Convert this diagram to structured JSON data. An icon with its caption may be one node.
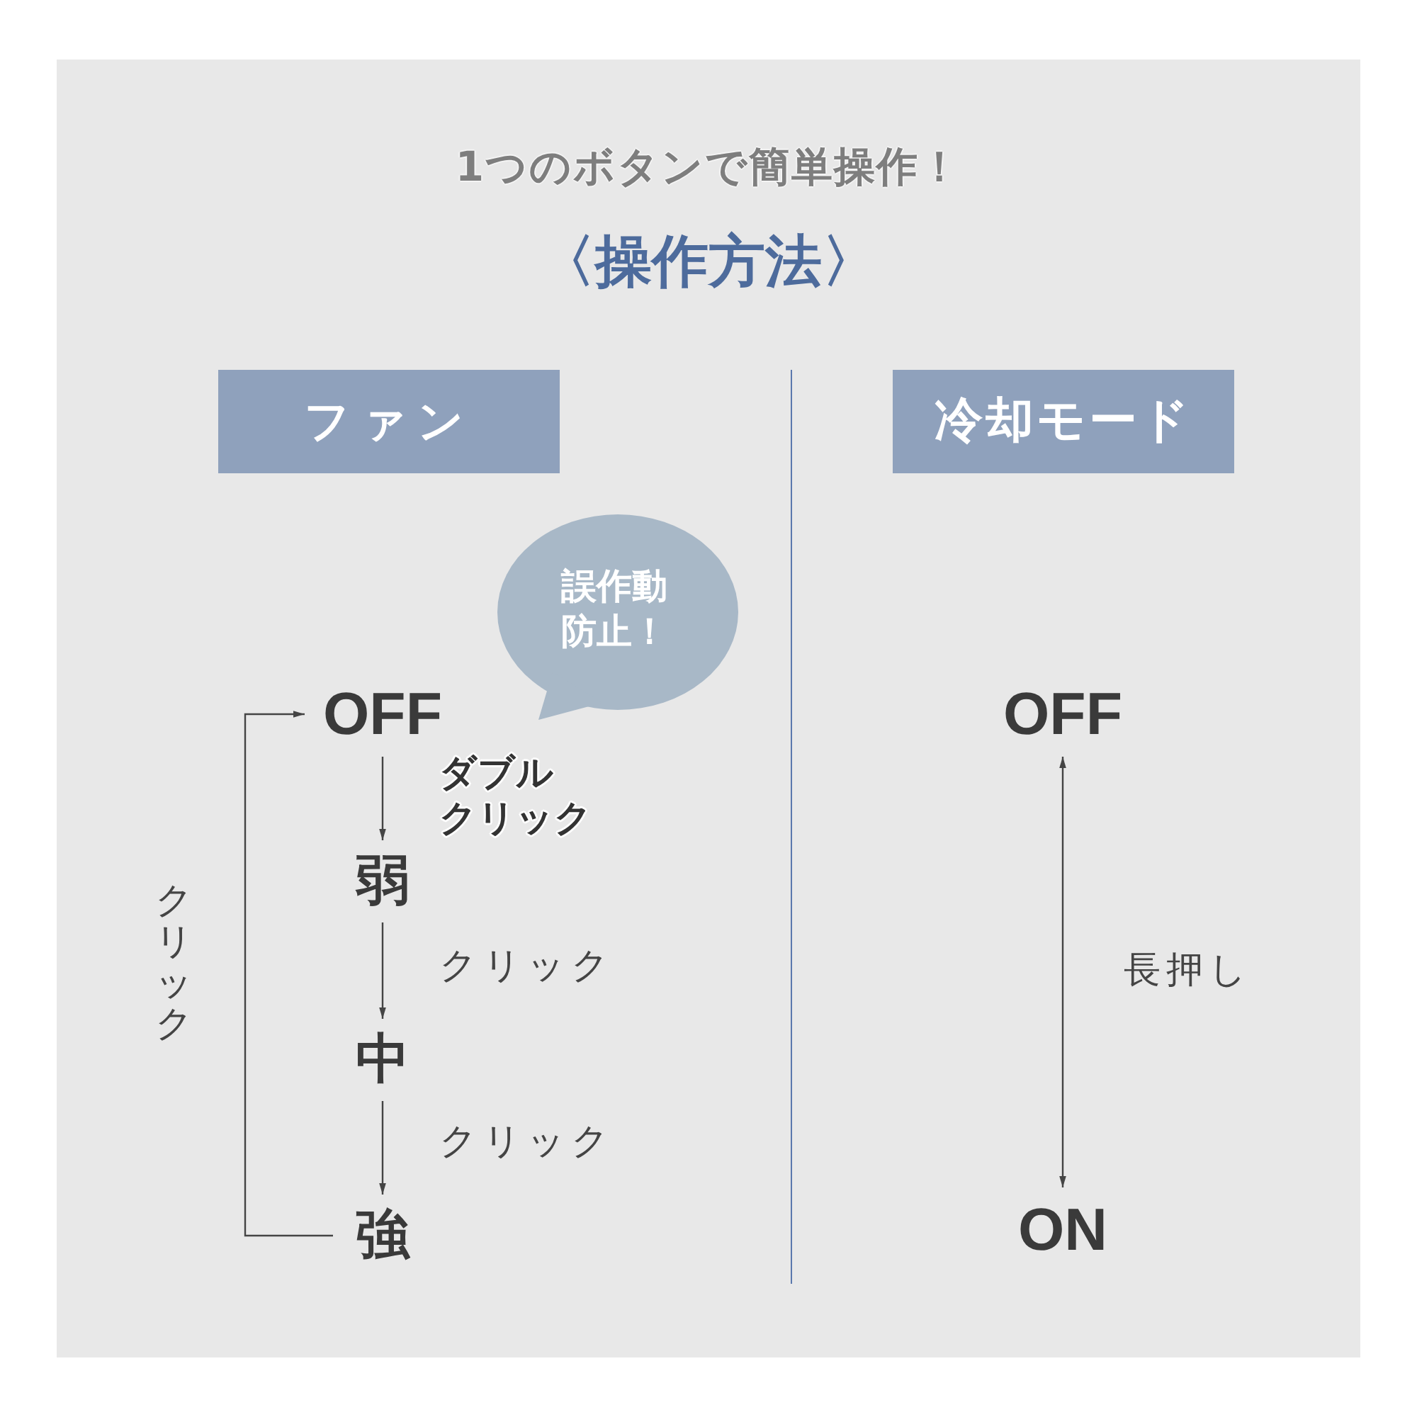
{
  "diagram": {
    "title": "〈操作方法〉",
    "nodes": [
      {
        "text": [
          "ファン"
        ]
      },
      {
        "text": [
          "冷却モード"
        ]
      },
      {
        "text": [
          "誤作動防止！"
        ]
      },
      {
        "text": [
          "OFF"
        ]
      },
      {
        "text": [
          "弱"
        ]
      },
      {
        "text": [
          "中"
        ]
      },
      {
        "text": [
          "強"
        ]
      },
      {
        "text": [
          "OFF"
        ]
      },
      {
        "text": [
          "ON"
        ]
      }
    ],
    "edges": [
      {
        "from": 3,
        "to": 4,
        "arrow": "to",
        "label": "ダブルクリック"
      },
      {
        "from": 4,
        "to": 5,
        "arrow": "to",
        "label": "クリック"
      },
      {
        "from": 5,
        "to": 6,
        "arrow": "to",
        "label": "クリック"
      },
      {
        "from": 6,
        "to": 3,
        "arrow": "to",
        "label": "クリック"
      },
      {
        "from": 7,
        "to": 8,
        "arrow": "both",
        "label": "長押し"
      }
    ],
    "labels": [
      "1つのボタンで簡単操作！"
    ]
  }
}
